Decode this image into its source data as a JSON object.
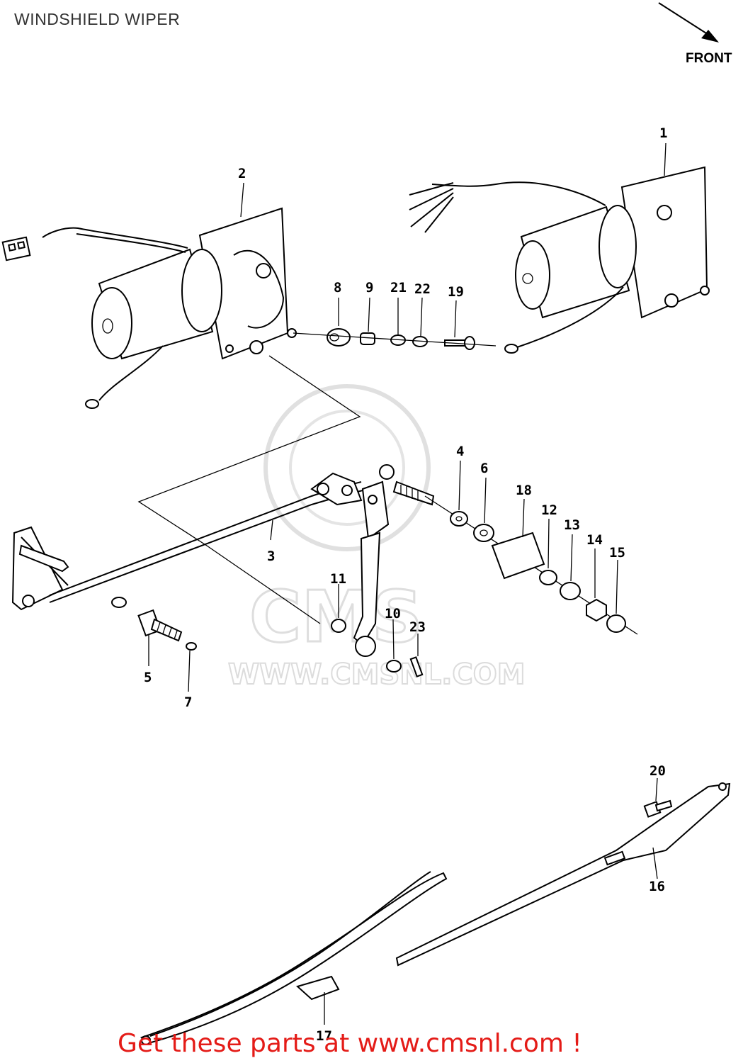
{
  "title": "WINDSHIELD WIPER",
  "direction_label": "FRONT",
  "watermark": {
    "logo_text": "CMS",
    "url_text": "WWW.CMSNL.COM"
  },
  "callouts": [
    "1",
    "2",
    "3",
    "4",
    "5",
    "6",
    "7",
    "8",
    "9",
    "10",
    "11",
    "12",
    "13",
    "14",
    "15",
    "16",
    "17",
    "18",
    "19",
    "20",
    "21",
    "22",
    "23"
  ],
  "promo_text": "Get these parts at www.cmsnl.com !",
  "colors": {
    "promo": "#e41b17",
    "line_art": "#000000",
    "watermark": "#dcdcdc"
  }
}
